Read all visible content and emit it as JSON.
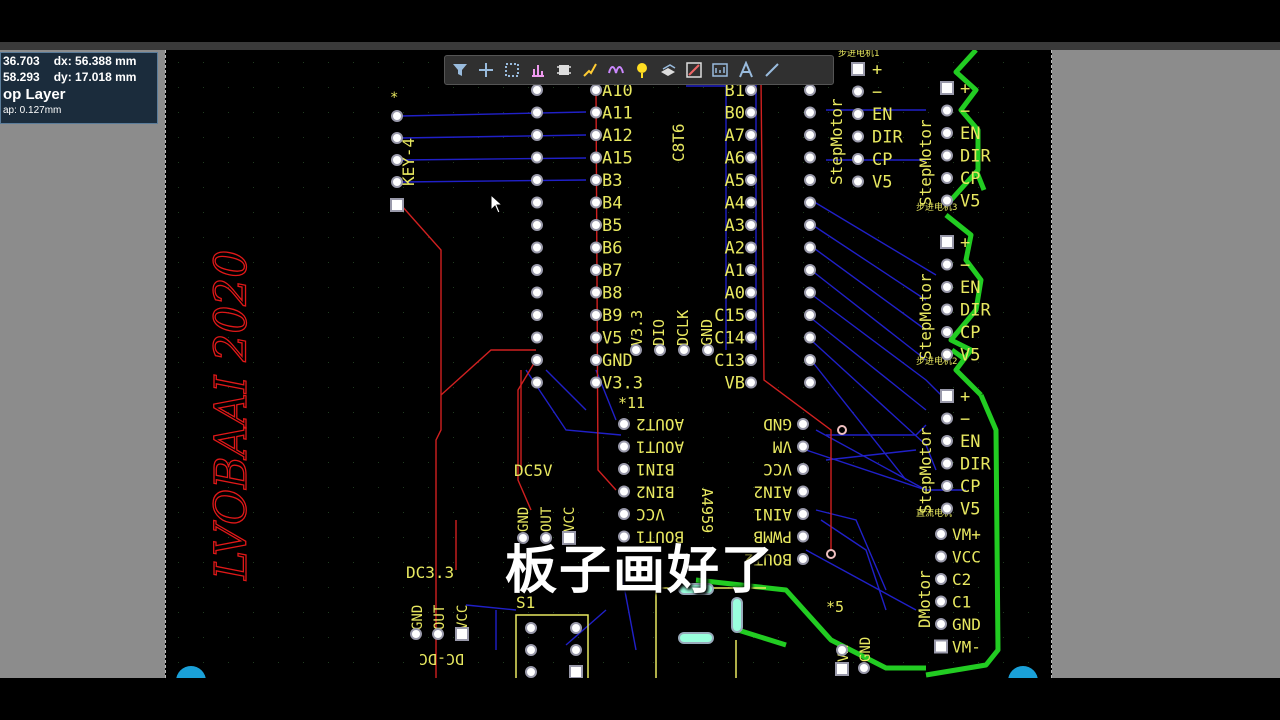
{
  "hud": {
    "x_value": "36.703",
    "dx_label": "dx: 56.388 mm",
    "y_value": "58.293",
    "dy_label": "dy: 17.018 mm",
    "layer": "op Layer",
    "snap": "ap: 0.127mm"
  },
  "toolbar": {
    "icons": [
      "filter-icon",
      "crosshair-icon",
      "select-rect-icon",
      "chart-icon",
      "component-icon",
      "route-icon",
      "diff-route-icon",
      "marker-icon",
      "layer-icon",
      "box-icon",
      "dimension-icon",
      "text-icon",
      "line-icon"
    ]
  },
  "board": {
    "signature": "LVOBAAI 2020",
    "key_label": "KEY-4",
    "key_star": "*",
    "mcu_label": "C8T6",
    "left_pins": [
      "A10",
      "A11",
      "A12",
      "A15",
      "B3",
      "B4",
      "B5",
      "B6",
      "B7",
      "B8",
      "B9",
      "V5",
      "GND",
      "V3.3"
    ],
    "right_pins": [
      "B1",
      "B0",
      "A7",
      "A6",
      "A5",
      "A4",
      "A3",
      "A2",
      "A1",
      "A0",
      "C15",
      "C14",
      "C13",
      "VB"
    ],
    "swd_pins": [
      "V3.3",
      "DIO",
      "DCLK",
      "GND"
    ],
    "star11": "*11",
    "driver_left": [
      "AOUT2",
      "AOUT1",
      "BIN1",
      "BIN2",
      "VCC",
      "BOUT1"
    ],
    "driver_right": [
      "GND",
      "VM",
      "VCC",
      "AIN2",
      "AIN1",
      "PWMB",
      "BOUT2"
    ],
    "driver_label": "A4959",
    "dc5v_label": "DC5V",
    "dc5v_pins": [
      "GND",
      "OUT",
      "VCC"
    ],
    "dc33_label": "DC3.3",
    "dc33_pins": [
      "GND",
      "OUT",
      "VCC"
    ],
    "dcdc_label": "DC-DC",
    "s1_label": "S1",
    "motor_top": [
      "+",
      "−",
      "EN",
      "DIR",
      "CP",
      "V5"
    ],
    "motor_pins": [
      "+",
      "−",
      "EN",
      "DIR",
      "CP",
      "V5"
    ],
    "stepmotor_label": "StepMotor",
    "step_title": "步进电机1",
    "step_title2": "步进电机3",
    "step_title3": "步进电机2",
    "dmotor_title": "直流电机",
    "dmotor_pins": [
      "VM+",
      "VCC",
      "C2",
      "C1",
      "GND",
      "VM-"
    ],
    "dmotor_label": "DMotor",
    "star5": "*5",
    "vm_gnd": [
      "VM",
      "GND"
    ]
  },
  "caption": "板子画好了"
}
